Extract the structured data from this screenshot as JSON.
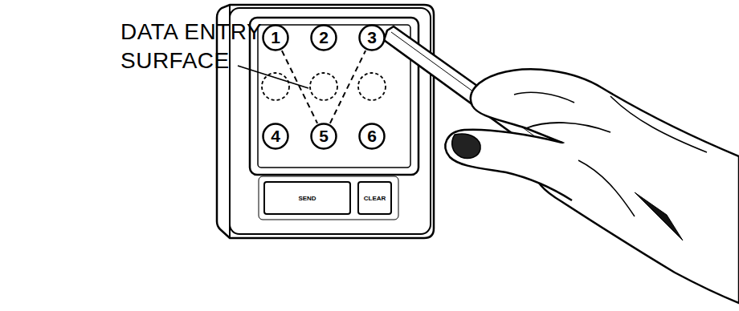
{
  "diagram": {
    "nodes": [
      {
        "text": [
          "1"
        ]
      },
      {
        "text": [
          "2"
        ]
      },
      {
        "text": [
          "3"
        ]
      },
      {
        "text": [
          "4"
        ]
      },
      {
        "text": [
          "5"
        ]
      },
      {
        "text": [
          "6"
        ]
      },
      {
        "text": [
          "SEND"
        ]
      },
      {
        "text": [
          "CLEAR"
        ]
      }
    ],
    "edges": [
      {
        "from": 0,
        "to": 4,
        "arrow": "none"
      },
      {
        "from": 4,
        "to": 2,
        "arrow": "none"
      }
    ],
    "labels": [
      "DATA ENTRY SURFACE"
    ]
  }
}
